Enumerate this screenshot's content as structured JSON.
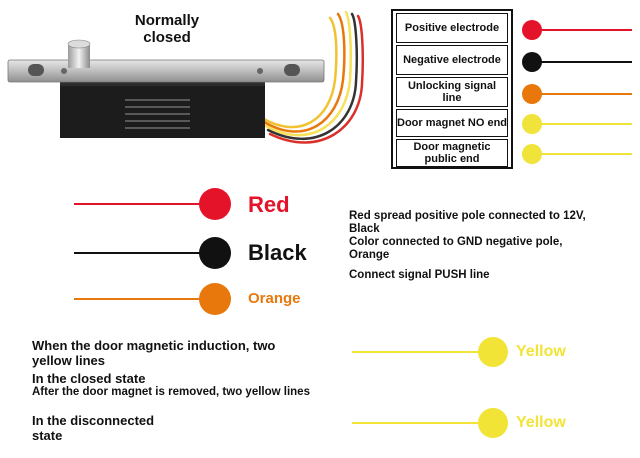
{
  "lock_title": "Normally closed",
  "legend": [
    {
      "label": "Positive electrode",
      "color": "#e5132a"
    },
    {
      "label": "Negative electrode",
      "color": "#111111"
    },
    {
      "label": "Unlocking signal line",
      "color": "#e8780c"
    },
    {
      "label": "Door magnet NO end",
      "color": "#f0e43a"
    },
    {
      "label": "Door magnetic public end",
      "color": "#f0e43a"
    }
  ],
  "wires": [
    {
      "label": "Red",
      "color": "#e5132a"
    },
    {
      "label": "Black",
      "color": "#111111"
    },
    {
      "label": "Orange",
      "color": "#e8780c"
    }
  ],
  "descriptions": {
    "red": "Red spread positive pole connected to 12V, Black",
    "black": "Color connected to GND negative pole, Orange",
    "orange": "Connect signal PUSH line"
  },
  "states": {
    "closed_line1": "When the door magnetic induction, two yellow lines",
    "closed_line2": "In the closed state",
    "open_line1": "After the door magnet is removed, two yellow lines",
    "open_line2": "In the disconnected state"
  },
  "yellow_label": "Yellow",
  "yellow_color": "#f1e436"
}
